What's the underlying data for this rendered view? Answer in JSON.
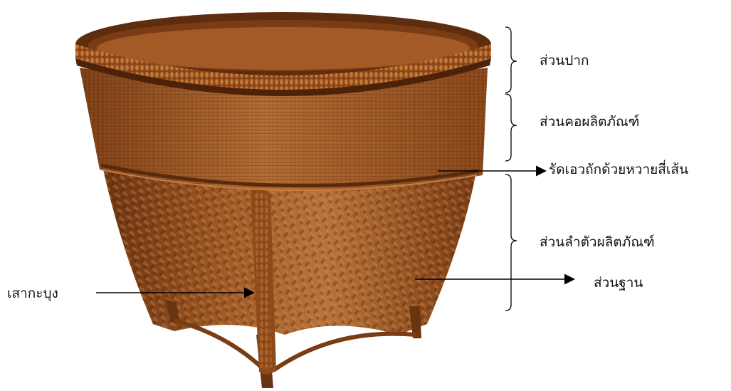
{
  "labels": {
    "mouth": "ส่วนปาก",
    "neck": "ส่วนคอผลิตภัณฑ์",
    "waist_band": "รัดเอวถักด้วยหวายสี่เส้น",
    "body": "ส่วนลำตัวผลิตภัณฑ์",
    "base": "ส่วนฐาน",
    "post": "เสากะบุง"
  },
  "colors": {
    "rattan_dark": "#6b3410",
    "rattan_mid": "#9a5424",
    "rattan_light": "#c27a40",
    "annotation": "#000000"
  }
}
